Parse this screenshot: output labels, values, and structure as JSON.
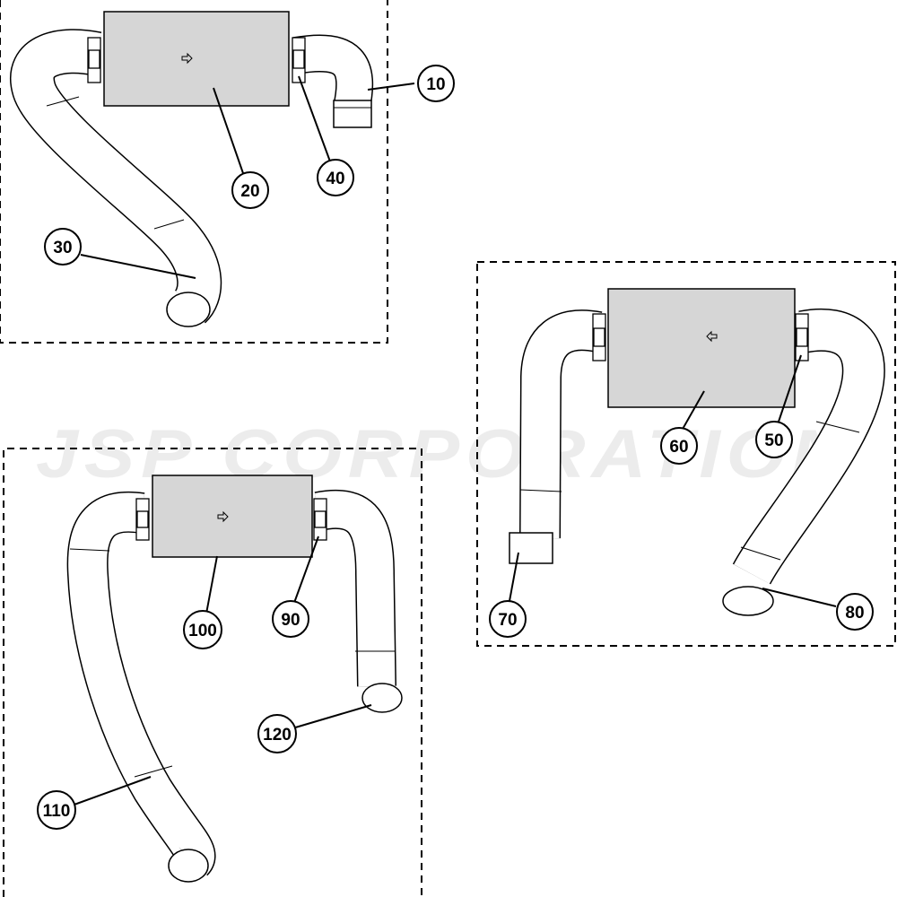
{
  "watermark": "JSP CORPORATION",
  "callouts": {
    "c10": "10",
    "c20": "20",
    "c30": "30",
    "c40": "40",
    "c50": "50",
    "c60": "60",
    "c70": "70",
    "c80": "80",
    "c90": "90",
    "c100": "100",
    "c110": "110",
    "c120": "120"
  }
}
